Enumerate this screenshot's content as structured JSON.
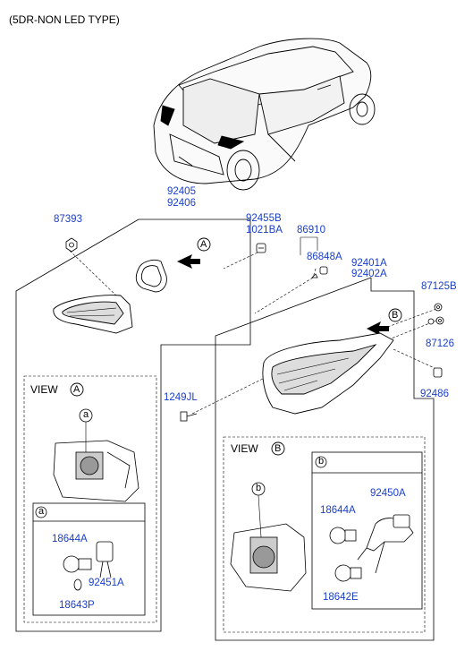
{
  "title": "(5DR-NON LED TYPE)",
  "parts": {
    "p92405": "92405",
    "p92406": "92406",
    "p87393": "87393",
    "p92455B": "92455B",
    "p1021BA": "1021BA",
    "p86910": "86910",
    "p86848A": "86848A",
    "p92401A": "92401A",
    "p92402A": "92402A",
    "p87125B": "87125B",
    "p87126": "87126",
    "p1249JL": "1249JL",
    "p92486": "92486",
    "p18644A_left": "18644A",
    "p92451A": "92451A",
    "p18643P": "18643P",
    "p92450A": "92450A",
    "p18644A_right": "18644A",
    "p18642E": "18642E"
  },
  "views": {
    "view_a_label": "VIEW",
    "view_a_letter": "A",
    "view_b_label": "VIEW",
    "view_b_letter": "B"
  },
  "callouts": {
    "arrow_a": "A",
    "arrow_b": "B",
    "detail_a": "a",
    "detail_b": "b",
    "box_a": "a",
    "box_b": "b"
  }
}
